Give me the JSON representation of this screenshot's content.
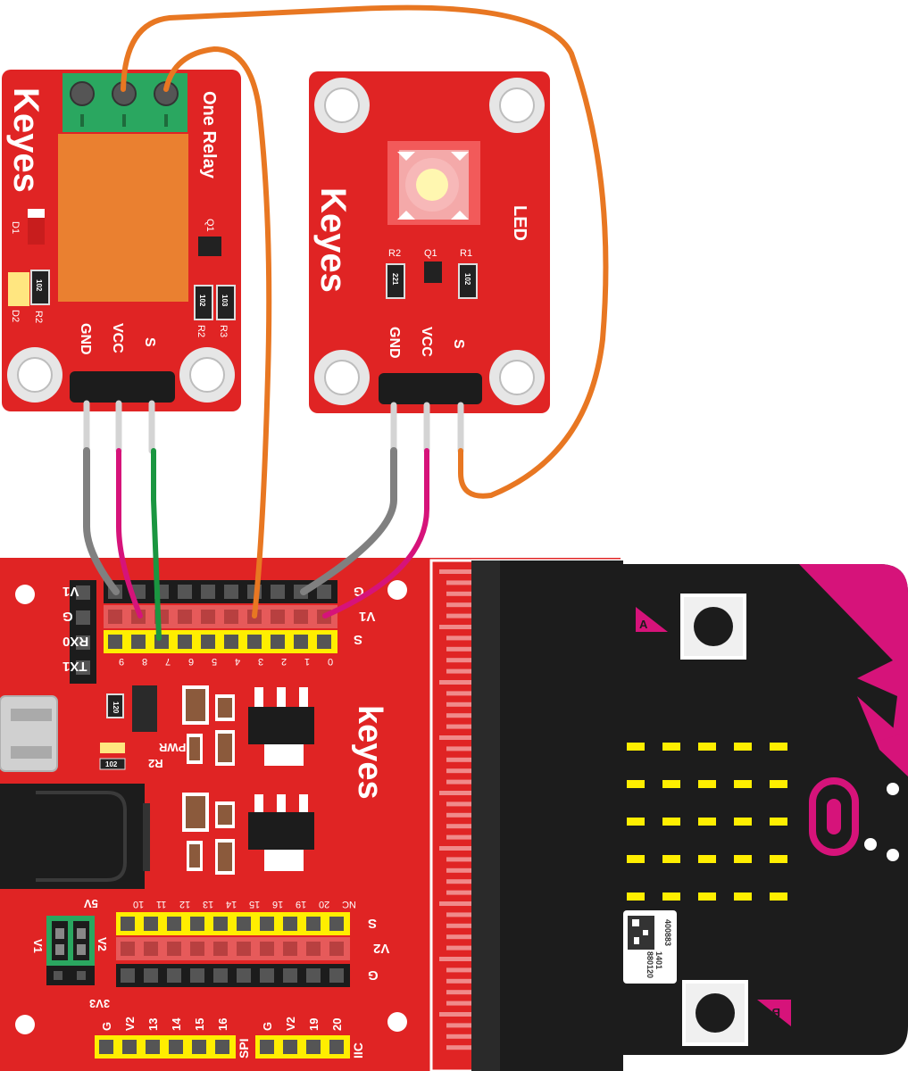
{
  "relay": {
    "brand": "Keyes",
    "title": "One Relay",
    "d1": "D1",
    "d2": "D2",
    "r2": "R2",
    "r3": "R3",
    "q1": "Q1",
    "res_a": "102",
    "res_b": "102",
    "res_c": "103",
    "pin_gnd": "GND",
    "pin_vcc": "VCC",
    "pin_s": "S"
  },
  "led": {
    "brand": "Keyes",
    "title": "LED",
    "r2": "R2",
    "q1": "Q1",
    "r1": "R1",
    "res_a": "221",
    "res_b": "102",
    "pin_gnd": "GND",
    "pin_vcc": "VCC",
    "pin_s": "S"
  },
  "shield": {
    "brand": "keyes",
    "left_pins": [
      "V1",
      "G",
      "RX0",
      "TX1"
    ],
    "row_labels_top": [
      "G",
      "V1",
      "S"
    ],
    "top_pin_numbers": [
      "9",
      "8",
      "7",
      "6",
      "5",
      "4",
      "3",
      "2",
      "1",
      "0"
    ],
    "pwr": "PWR",
    "r2": "R2",
    "res_a": "102",
    "res_b": "120",
    "jumper_5v": "5V",
    "jumper_3v3": "3V3",
    "jumper_v1": "V1",
    "jumper_v2": "V2",
    "bottom_pin_numbers": [
      "10",
      "11",
      "12",
      "13",
      "14",
      "15",
      "16",
      "19",
      "20",
      "NC"
    ],
    "row_labels_bottom": [
      "S",
      "V2",
      "G"
    ],
    "spi_pins": [
      "G",
      "V2",
      "13",
      "14",
      "15",
      "16"
    ],
    "spi": "SPI",
    "iic_pins": [
      "G",
      "V2",
      "19",
      "20"
    ],
    "iic": "IIC"
  },
  "microbit": {
    "button_a": "A",
    "button_b": "B",
    "qr_lines": [
      "400883",
      "1401",
      "880120"
    ]
  },
  "colors": {
    "board_red": "#e02424",
    "wire_orange": "#e87722",
    "wire_gray": "#808080",
    "wire_magenta": "#d6137a",
    "wire_green": "#1a9640",
    "microbit_black": "#1c1c1c",
    "microbit_pink": "#d6137a",
    "header_yellow": "#ffee00",
    "relay_orange": "#ea8030",
    "terminal_green": "#2aa760"
  }
}
